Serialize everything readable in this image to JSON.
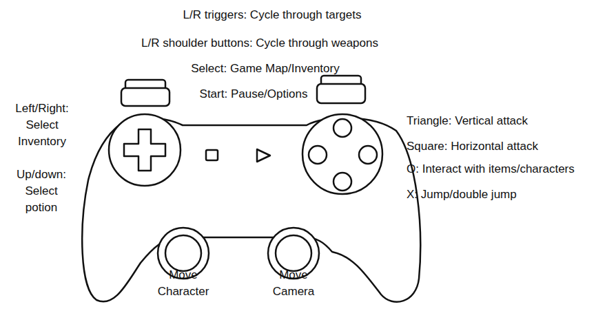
{
  "diagram": {
    "labels": [
      "L/R triggers: Cycle through targets",
      "L/R shoulder buttons: Cycle through weapons",
      "Select: Game Map/Inventory",
      "Start: Pause/Options",
      "Left/Right: Select Inventory",
      "Up/down: Select potion",
      "Triangle: Vertical attack",
      "Square: Horizontal attack",
      "O: Interact with items/characters",
      "X: Jump/double jump",
      "Move Character",
      "Move Camera"
    ]
  }
}
